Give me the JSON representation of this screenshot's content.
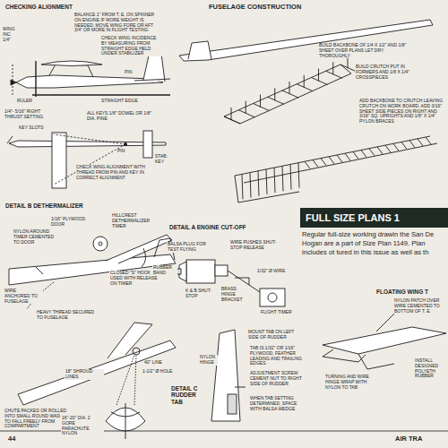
{
  "diagram": {
    "nodes": [
      {
        "text": [
          "FULL SIZE PLANS 1",
          "Regular full-size working drawin the San De Hogan are a part of Size Plan 1149. Plan includes ot tured in this issue as well as th"
        ]
      }
    ],
    "labels": [
      "CHECKING ALIGNMENT",
      "BALANCE 1\" FROM T. E. ON SPINNER ON ENGINE IF MORE WEIGHT IS NEEDED, MOVE WING FORE OR AFT 3/4\" OR MORE IN FLIGHT TESTING",
      "WING INC. 1/4\"",
      "CHECK WING INCIDENCE BY MEASURING FROM STRAIGHT EDGE HELD UNDER STABILIZER",
      "PIN",
      "RULER",
      "STRAIGHT EDGE",
      "1/4\"- 5/16\" RIGHT THRUST SETTING",
      "KEY SLOTS",
      "ALL KEYS 1/8\" DOWEL OR 1/8\" DIA. PINE",
      "PIN",
      "STAB. KEY",
      "CHECK WING ALIGNMENT WITH THREAD FROM PIN AND KEY IN CORRECT ALIGNMENT",
      "FUSELAGE CONSTRUCTION",
      "BUILD BACKBONE OF 1/4 X 1/2\" AND 1/8\" SHEET OVER PLANS LET DRY THOROUGHLY",
      "BUILD CRUTCH PUT IN FORMERS AND 1/8 X 1/4\" CROSSPIECES",
      "ADD BACKBONE TO CRUTCH LEAVING CRUTCH ON WORK BOARD. ADD 3/16\" SHEET SIDE PIECES ON RIGHT AND 3/16\" SQ. UPRIGHTS AND 1/8\" X 1/4\" PYLON BRACES",
      "DETAIL B DETHERMALIZER",
      "1/16\" PLYWOOD DOOR",
      "HILLCREST DETHERMALIZER TIMER",
      "NYLON AROUND TIMER CEMENTED TO DOOR",
      "WIRE ANCHORED TO FUSELAGE",
      "CLOSED \"S\" HOOK USED WITH RELEASE ON TIMER",
      "RUBBER BAND",
      "HEAVY THREAD SECURED TO FUSELAGE",
      "DETAIL A ENGINE CUT-OFF",
      "BALSA PLUG FOR TEST FLYING",
      "WIRE PUSHES SHUT-STOP RELEASE",
      "1/32\" Ø WIRE",
      "K & B SHUT-STOP",
      "BRASS HINGE BRACKET",
      "FLIGHT TIMER",
      "40\" LINE",
      "1-1/2\" Ø HOLE",
      "18\" SHROUD LINES",
      "CHUTE PACKED OR ROLLED INTO SMALL ROUND WAD TO FALL FREELY FROM COMPARTMENT",
      "16\"-20\" DIA. 2 GORE PARACHUTE NYLON",
      "DETAIL C RUDDER TAB",
      "MOUNT TAB ON LEFT SIDE OF RUDDER",
      "TAB IS 1/32\" OR 1/16\" PLYWOOD, FEATHER LEADING AND TRAILING EDGES",
      "NYLON HINGE",
      "ADJUSTMENT SCREW CEMENT NUT TO RIGHT SIDE OF RUDDER",
      "WHEN TAB SETTING DETERMINED, SPACE WITH BALSA WEDGE",
      "FLOATING WING T",
      "NYLON PATCH OVER WIRE CEMENTED TO BOTTOM OF T. E.",
      "TURNING AND WIRE HINGE WRAP WITH NYLON TO TAB",
      "INSTALL DESIGNED POLYETH RUBBER",
      "44",
      "AIR TRA"
    ]
  }
}
